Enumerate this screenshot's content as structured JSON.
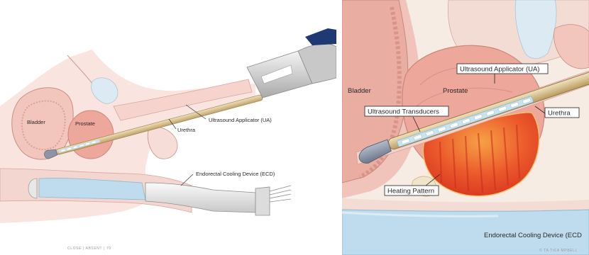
{
  "left_diagram": {
    "labels": {
      "bladder": "Bladder",
      "prostate": "Prostate",
      "applicator": "Ultrasound Applicator (UA)",
      "urethra": "Urethra",
      "cooling_device": "Endorectal Cooling Device (ECD)"
    },
    "credit": "CLOSE | ABSENT | 70"
  },
  "right_diagram": {
    "labels": {
      "bladder": "Bladder",
      "prostate": "Prostate",
      "applicator": "Ultrasound Applicator (UA)",
      "transducers": "Ultrasound Transducers",
      "urethra": "Urethra",
      "heating_pattern": "Heating Pattern",
      "cooling_device": "Endorectal Cooling Device (ECD"
    },
    "credit": "© TA TICA MPBELL"
  },
  "colors": {
    "tissue_pink": "#f2c5bd",
    "prostate_pink": "#eda79b",
    "applicator_tan": "#d8c190",
    "transducer_blue": "#c9e3ef",
    "heating_red": "#e8402a",
    "heating_orange": "#f59a3a",
    "cooling_blue": "#bfdcee",
    "tip_grey": "#8b95a6",
    "handle_navy": "#1f3a72"
  }
}
